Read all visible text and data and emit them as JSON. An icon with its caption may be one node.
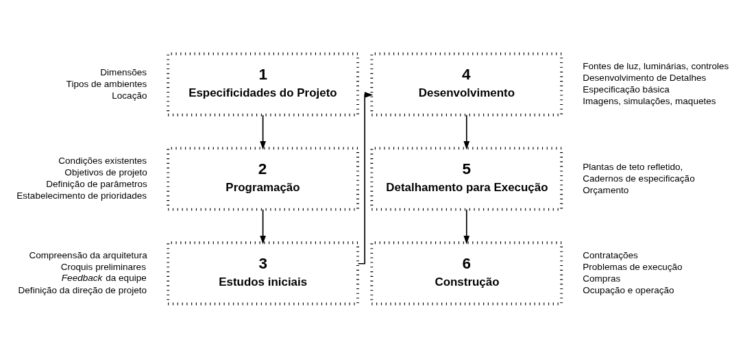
{
  "diagram": {
    "nodes": [
      {
        "text": [
          "1",
          "Especificidades do Projeto"
        ],
        "beside": [
          "Dimensões",
          "Tipos de ambientes",
          "Locação"
        ]
      },
      {
        "text": [
          "2",
          "Programação"
        ],
        "beside": [
          "Condições existentes",
          "Objetivos de projeto",
          "Definição de parâmetros",
          "Estabelecimento de prioridades"
        ]
      },
      {
        "text": [
          "3",
          "Estudos iniciais"
        ],
        "beside": [
          "Compreensão da arquitetura",
          "Croquis preliminares",
          "*Feedback* da equipe",
          "Definição da direção de projeto"
        ]
      },
      {
        "text": [
          "4",
          "Desenvolvimento"
        ],
        "beside": [
          "Fontes de luz, luminárias, controles",
          "Desenvolvimento de Detalhes",
          "Especificação básica",
          "Imagens, simulações, maquetes"
        ]
      },
      {
        "text": [
          "5",
          "Detalhamento para Execução"
        ],
        "beside": [
          "Plantas de teto refletido,",
          "Cadernos de especificação",
          "Orçamento"
        ]
      },
      {
        "text": [
          "6",
          "Construção"
        ],
        "beside": [
          "Contratações",
          "Problemas de execução",
          "Compras",
          "Ocupação e operação"
        ]
      }
    ],
    "edges": [
      {
        "from": 0,
        "to": 1,
        "arrow": "to"
      },
      {
        "from": 1,
        "to": 2,
        "arrow": "to"
      },
      {
        "from": 2,
        "to": 3,
        "arrow": "to"
      },
      {
        "from": 3,
        "to": 4,
        "arrow": "to"
      },
      {
        "from": 4,
        "to": 5,
        "arrow": "to"
      }
    ]
  }
}
